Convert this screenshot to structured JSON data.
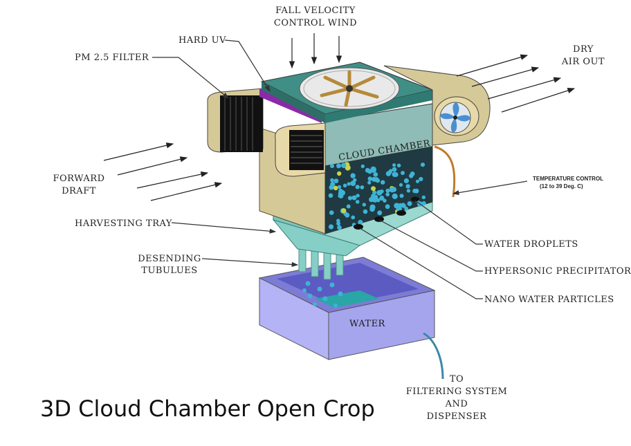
{
  "labels": {
    "fall_velocity_line1": "FALL VELOCITY",
    "fall_velocity_line2": "CONTROL WIND",
    "hard_uv": "HARD UV",
    "pm25_filter": "PM 2.5 FILTER",
    "dry_air_line1": "DRY",
    "dry_air_line2": "AIR OUT",
    "forward_draft_line1": "FORWARD",
    "forward_draft_line2": "DRAFT",
    "cloud_chamber": "CLOUD CHAMBER",
    "temp_control_line1": "TEMPERATURE CONTROL",
    "temp_control_line2": "(12 to 39 Deg. C)",
    "harvesting_tray": "HARVESTING TRAY",
    "water_droplets": "WATER DROPLETS",
    "descending_line1": "DESENDING",
    "descending_line2": "TUBULUES",
    "hypersonic": "HYPERSONIC PRECIPITATOR",
    "nano_water": "NANO WATER PARTICLES",
    "water": "WATER",
    "to_filtering_line1": "TO",
    "to_filtering_line2": "FILTERING SYSTEM",
    "to_filtering_line3": "AND",
    "to_filtering_line4": "DISPENSER"
  },
  "caption": "3D Cloud Chamber Open Crop",
  "colors": {
    "chamber_top": "#3f8f86",
    "chamber_front": "#8fbcb6",
    "chamber_side": "#d6c998",
    "tray": "#86cfc7",
    "water_box": "#9f9ff0",
    "filter_purple": "#8b2aa8",
    "droplet": "#3fb3d6",
    "fan_blades": "#b58a3a"
  },
  "icons": [
    "top-fan-icon",
    "side-fan-icon"
  ]
}
